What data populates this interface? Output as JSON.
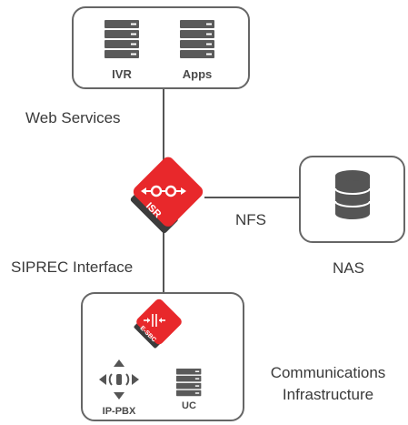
{
  "servers_box": {
    "ivr_label": "IVR",
    "apps_label": "Apps"
  },
  "connections": {
    "web_services": "Web Services",
    "nfs": "NFS",
    "siprec": "SIPREC Interface"
  },
  "isr_node": {
    "badge": "ISR",
    "icon": "isr-recorder-icon",
    "color": "#e8282b"
  },
  "nas_node": {
    "label": "NAS",
    "icon": "database-icon"
  },
  "comms_box": {
    "esbc_badge": "E-SBC",
    "ippbx_label": "IP-PBX",
    "uc_label": "UC",
    "caption_line1": "Communications",
    "caption_line2": "Infrastructure"
  },
  "colors": {
    "server": "#5a5a5a",
    "accent": "#e8282b",
    "badge_dark": "#3c3c3c",
    "line": "#555555",
    "box_border": "#666666"
  }
}
